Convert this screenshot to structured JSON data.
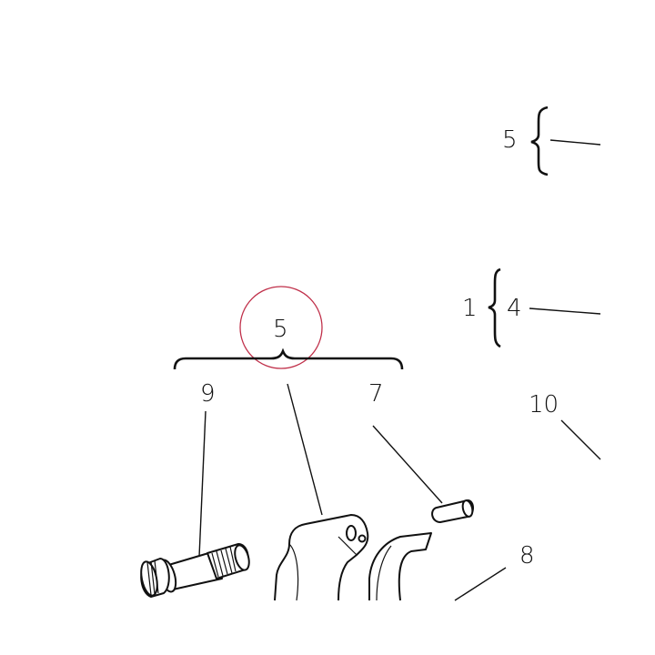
{
  "labels": {
    "top_group_number": "5",
    "assembly_number": "1",
    "assembly_sub_number": "4",
    "highlighted_group_number": "5",
    "part_9": "9",
    "part_7": "7",
    "part_10": "10",
    "part_8": "8"
  },
  "highlight": {
    "color": "#c0304a"
  },
  "colors": {
    "ink": "#111111",
    "background": "#ffffff"
  }
}
